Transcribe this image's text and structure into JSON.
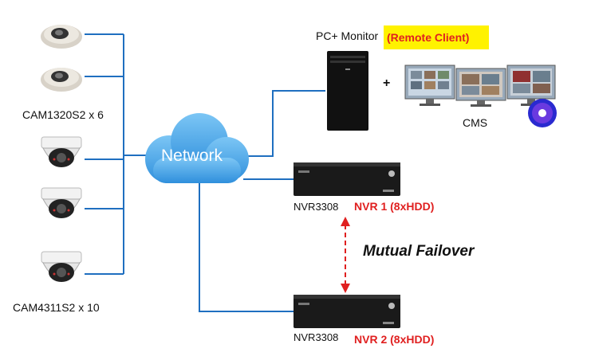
{
  "labels": {
    "cam_group_1": "CAM1320S2 x 6",
    "cam_group_2": "CAM4311S2 x 10",
    "network": "Network",
    "pc_monitor": "PC+ Monitor",
    "remote_client": "(Remote Client)",
    "plus": "+",
    "cms": "CMS",
    "nvr1_model": "NVR3308",
    "nvr1_desc": "NVR 1 (8xHDD)",
    "nvr2_model": "NVR3308",
    "nvr2_desc": "NVR 2 (8xHDD)",
    "failover": "Mutual Failover"
  },
  "colors": {
    "link_line": "#1f6fc0",
    "cloud": "#4aa3e6",
    "highlight": "#fff200",
    "alert_text": "#e02020",
    "failover_arrow": "#e02020"
  },
  "icons": {
    "mini_dome_camera": "mini-dome-camera-icon",
    "dome_camera": "dome-camera-icon",
    "cloud": "cloud-icon",
    "pc_tower": "pc-tower-icon",
    "monitor": "monitor-icon",
    "disc": "disc-icon",
    "nvr": "nvr-device-icon"
  }
}
